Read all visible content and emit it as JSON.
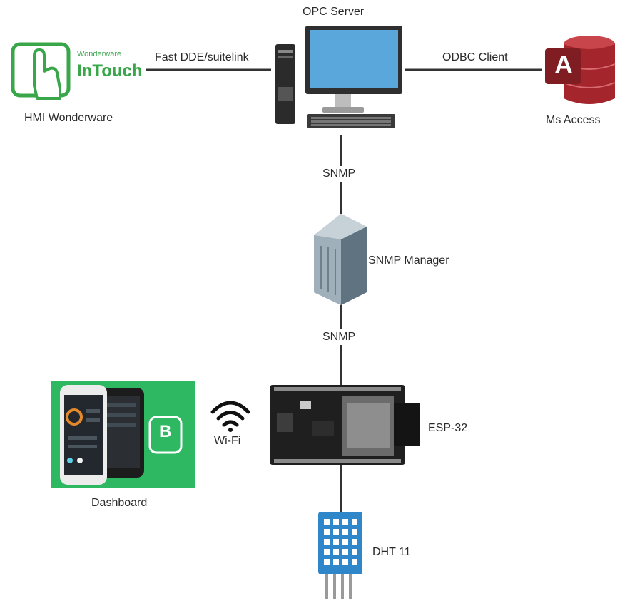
{
  "nodes": {
    "opc_server": "OPC Server",
    "hmi": "HMI Wonderware",
    "hmi_logo_small": "Wonderware",
    "hmi_logo_big": "InTouch",
    "ms_access": "Ms Access",
    "ms_access_logo": "A",
    "snmp_manager": "SNMP Manager",
    "esp32": "ESP-32",
    "dashboard": "Dashboard",
    "dashboard_logo": "B",
    "dht11": "DHT 11"
  },
  "links": {
    "hmi_opc": "Fast DDE/suitelink",
    "opc_access": "ODBC Client",
    "opc_manager": "SNMP",
    "manager_esp": "SNMP",
    "dashboard_esp": "Wi-Fi"
  },
  "colors": {
    "line": "#333333",
    "wonderware_green": "#3aa64a",
    "access_red": "#a4262c",
    "dashboard_green": "#2fb862",
    "sensor_blue": "#2f87c9",
    "board_dark": "#1f1f1f"
  },
  "icons": [
    "touch-hand-icon",
    "desktop-computer-icon",
    "access-database-icon",
    "server-rack-icon",
    "wifi-icon",
    "esp32-board-icon",
    "smartphone-icon",
    "dht11-sensor-icon"
  ]
}
